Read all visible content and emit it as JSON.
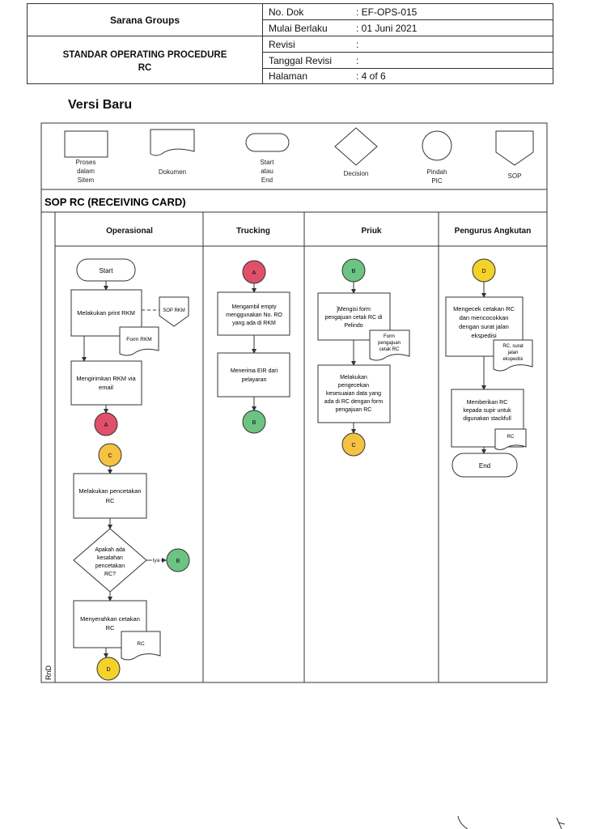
{
  "header": {
    "company": "Sarana Groups",
    "title_line1": "STANDAR OPERATING PROCEDURE",
    "title_line2": "RC",
    "fields": [
      {
        "label": "No. Dok",
        "value": ": EF-OPS-015"
      },
      {
        "label": "Mulai Berlaku",
        "value": ": 01 Juni 2021"
      },
      {
        "label": "Revisi",
        "value": ":"
      },
      {
        "label": "Tanggal Revisi",
        "value": ":"
      },
      {
        "label": "Halaman",
        "value": ": 4 of 6"
      }
    ]
  },
  "section_title": "Versi Baru",
  "legend": {
    "proses": [
      "Proses",
      "dalam",
      "Sitem"
    ],
    "dokumen": "Dokumen",
    "start_end": [
      "Start",
      "atau",
      "End"
    ],
    "decision": "Decision",
    "pindah": [
      "Pindah",
      "PIC"
    ],
    "sop": "SOP"
  },
  "diagram_title": "SOP RC (RECEIVING CARD)",
  "side_label": "RnD",
  "lanes": [
    "Operasional",
    "Trucking",
    "Priuk",
    "Pengurus Angkutan"
  ],
  "operasional": {
    "start": "Start",
    "print_rkm": "Melakukan print RKM",
    "sop_rkm": "SOP RKM",
    "form_rkm": "Form RKM",
    "kirim": [
      "Mengirimkan RKM via",
      "email"
    ],
    "connector_a": "A",
    "connector_c": "C",
    "pencetakan": [
      "Melakukan pencetakan",
      "RC"
    ],
    "decision": [
      "Apakah ada",
      "kesalahan",
      "pencetakan",
      "RC?"
    ],
    "iya": "Iya",
    "connector_b": "B",
    "serahkan": [
      "Menyerahkan cetakan",
      "RC"
    ],
    "rc_doc": "RC",
    "connector_d": "D"
  },
  "trucking": {
    "connector_a": "A",
    "ambil": [
      "Mengambil empty",
      "menggunakan No. RO",
      "yang ada di RKM"
    ],
    "terima": [
      "Menerima EIR dari",
      "pelayaran"
    ],
    "connector_b": "B"
  },
  "priuk": {
    "connector_b": "B",
    "isi": [
      "]Mengisi form",
      "pengajuan cetak RC di",
      "Pelindo"
    ],
    "form": [
      "Form",
      "pengajuan",
      "cetak RC"
    ],
    "cek": [
      "Melakukan",
      "pengecekan",
      "kesesuaian data yang",
      "ada di RC dengan form",
      "pengajuan RC"
    ],
    "connector_c": "C"
  },
  "pengurus": {
    "connector_d": "D",
    "cek": [
      "Mengecek cetakan RC",
      "dan mencocokkan",
      "dengan surat jalan",
      "ekspedisi"
    ],
    "doc": [
      "RC, surat",
      "jalan",
      "ekspedisi"
    ],
    "beri": [
      "Memberikan RC",
      "kepada supir untuk",
      "digunakan stackfull"
    ],
    "rc_doc": "RC",
    "end": "End"
  },
  "colors": {
    "connector_a": "#e0506a",
    "connector_b": "#6cc483",
    "connector_c": "#f5c242",
    "connector_d": "#f5d22a",
    "line": "#333333"
  }
}
